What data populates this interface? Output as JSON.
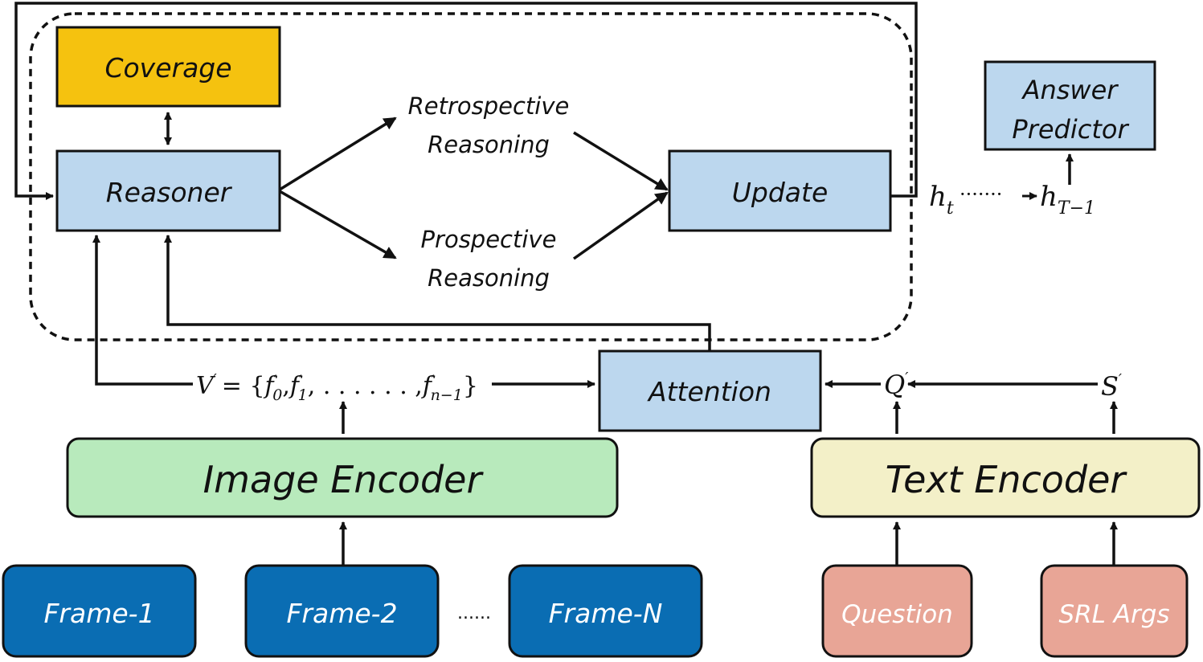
{
  "boxes": {
    "coverage": "Coverage",
    "reasoner": "Reasoner",
    "update": "Update",
    "answer_predictor_line1": "Answer",
    "answer_predictor_line2": "Predictor",
    "attention": "Attention",
    "image_encoder": "Image Encoder",
    "text_encoder": "Text Encoder",
    "frame_1": "Frame-1",
    "frame_2": "Frame-2",
    "frame_n": "Frame-N",
    "question": "Question",
    "srl_args": "SRL Args"
  },
  "labels": {
    "retrospective_line1": "Retrospective",
    "retrospective_line2": "Reasoning",
    "prospective_line1": "Prospective",
    "prospective_line2": "Reasoning",
    "frames_ellipsis": "......"
  },
  "math": {
    "h": "h",
    "t_sub": "t",
    "hidden_dots": "·······",
    "T_minus_1_sub": "T−1",
    "V": "V",
    "prime": "′",
    "equals_open": "= {",
    "f": "f",
    "sub_0": "0",
    "sub_1": "1",
    "sub_n_minus_1": "n−1",
    "comma": ",",
    "mid_dots": ", . . . . . . ,",
    "close_brace": "}",
    "Q": "Q",
    "S": "S"
  },
  "colors": {
    "coverage": "#f5c20f",
    "light_blue": "#bcd7ee",
    "image_encoder": "#b8eabc",
    "text_encoder": "#f3f0c8",
    "frame": "#0a6db3",
    "frame_text": "#ffffff",
    "text_input": "#e8a596",
    "text_input_text": "#ffffff",
    "stroke": "#111111"
  }
}
